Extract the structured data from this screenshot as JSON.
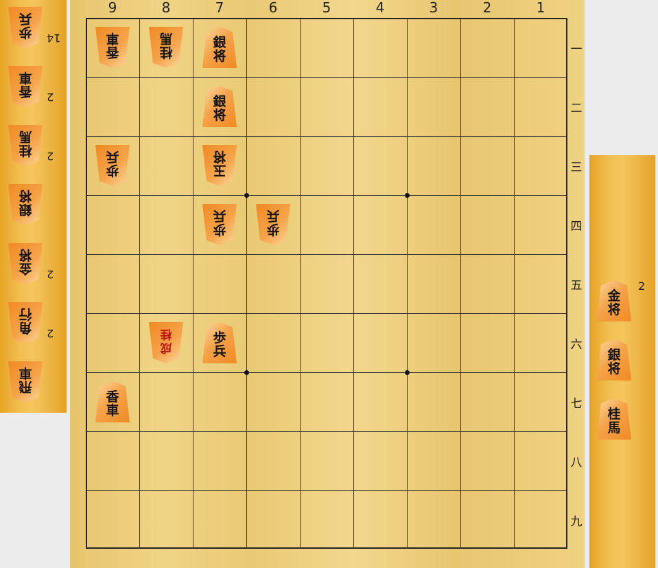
{
  "files": [
    "9",
    "8",
    "7",
    "6",
    "5",
    "4",
    "3",
    "2",
    "1"
  ],
  "ranks": [
    "一",
    "二",
    "三",
    "四",
    "五",
    "六",
    "七",
    "八",
    "九"
  ],
  "gote_hand": [
    {
      "name": "pawn",
      "kanji": "歩兵",
      "count": "14"
    },
    {
      "name": "lance",
      "kanji": "香車",
      "count": "2"
    },
    {
      "name": "knight",
      "kanji": "桂馬",
      "count": "2"
    },
    {
      "name": "silver",
      "kanji": "銀将",
      "count": ""
    },
    {
      "name": "gold",
      "kanji": "金将",
      "count": "2"
    },
    {
      "name": "bishop",
      "kanji": "角行",
      "count": "2"
    },
    {
      "name": "rook",
      "kanji": "飛車",
      "count": ""
    }
  ],
  "sente_hand": [
    {
      "name": "gold",
      "kanji": "金将",
      "count": "2"
    },
    {
      "name": "silver",
      "kanji": "銀将",
      "count": ""
    },
    {
      "name": "knight",
      "kanji": "桂馬",
      "count": ""
    }
  ],
  "board_pieces": [
    {
      "file": "9",
      "rank": "1",
      "kanji": "香車",
      "side": "gote"
    },
    {
      "file": "8",
      "rank": "1",
      "kanji": "桂馬",
      "side": "gote"
    },
    {
      "file": "7",
      "rank": "1",
      "kanji": "銀将",
      "side": "sente"
    },
    {
      "file": "7",
      "rank": "2",
      "kanji": "銀将",
      "side": "sente"
    },
    {
      "file": "9",
      "rank": "3",
      "kanji": "歩兵",
      "side": "gote"
    },
    {
      "file": "7",
      "rank": "3",
      "kanji": "玉将",
      "side": "gote"
    },
    {
      "file": "7",
      "rank": "4",
      "kanji": "歩兵",
      "side": "gote"
    },
    {
      "file": "6",
      "rank": "4",
      "kanji": "歩兵",
      "side": "gote"
    },
    {
      "file": "8",
      "rank": "6",
      "kanji": "成桂",
      "side": "gote",
      "promoted": true
    },
    {
      "file": "7",
      "rank": "6",
      "kanji": "歩兵",
      "side": "sente"
    },
    {
      "file": "9",
      "rank": "7",
      "kanji": "香車",
      "side": "sente"
    }
  ]
}
